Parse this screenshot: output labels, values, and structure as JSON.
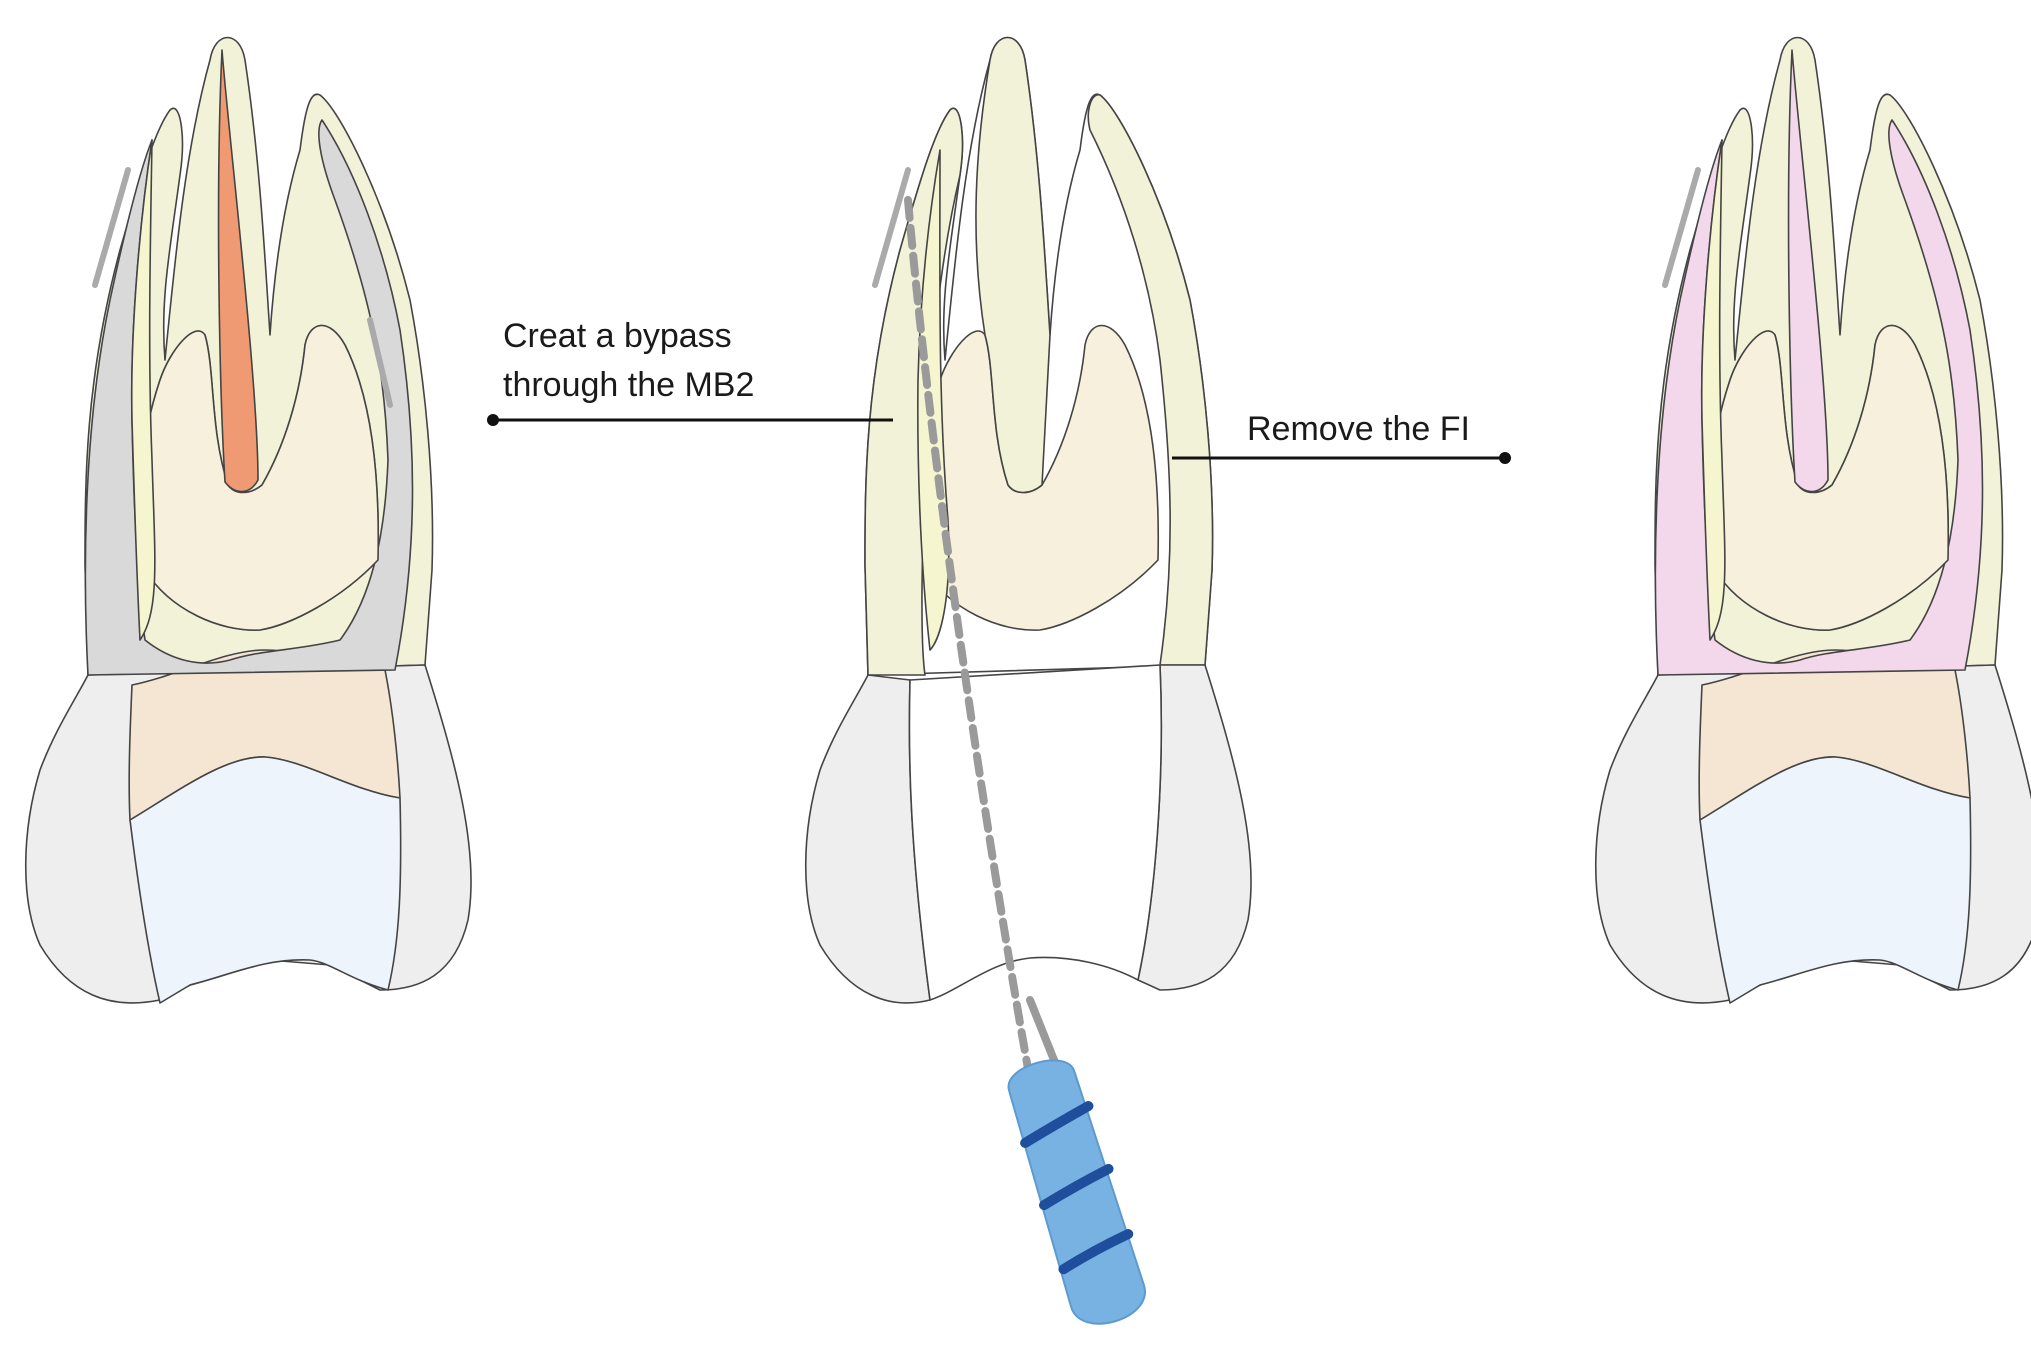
{
  "labels": {
    "bypass_line1": "Creat a bypass",
    "bypass_line2": "through the MB2",
    "remove": "Remove the FI"
  },
  "colors": {
    "dentin": "#f2f2d8",
    "pulp_chamber": "#f7f0dc",
    "dentin_canal_zone": "#f5f5d0",
    "enamel": "#eeeeee",
    "crown_band": "#f4e6d2",
    "occlusal": "#eef4fb",
    "gray_canal_fill": "#d9d9d9",
    "separated_instrument": "#ef9a72",
    "pink_obturation": "#f3d7ea",
    "file_handle": "#78b2e2",
    "file_band": "#1f4f9c",
    "file_shaft": "#9a9a9a"
  },
  "panels": [
    "before",
    "bypass",
    "after"
  ]
}
